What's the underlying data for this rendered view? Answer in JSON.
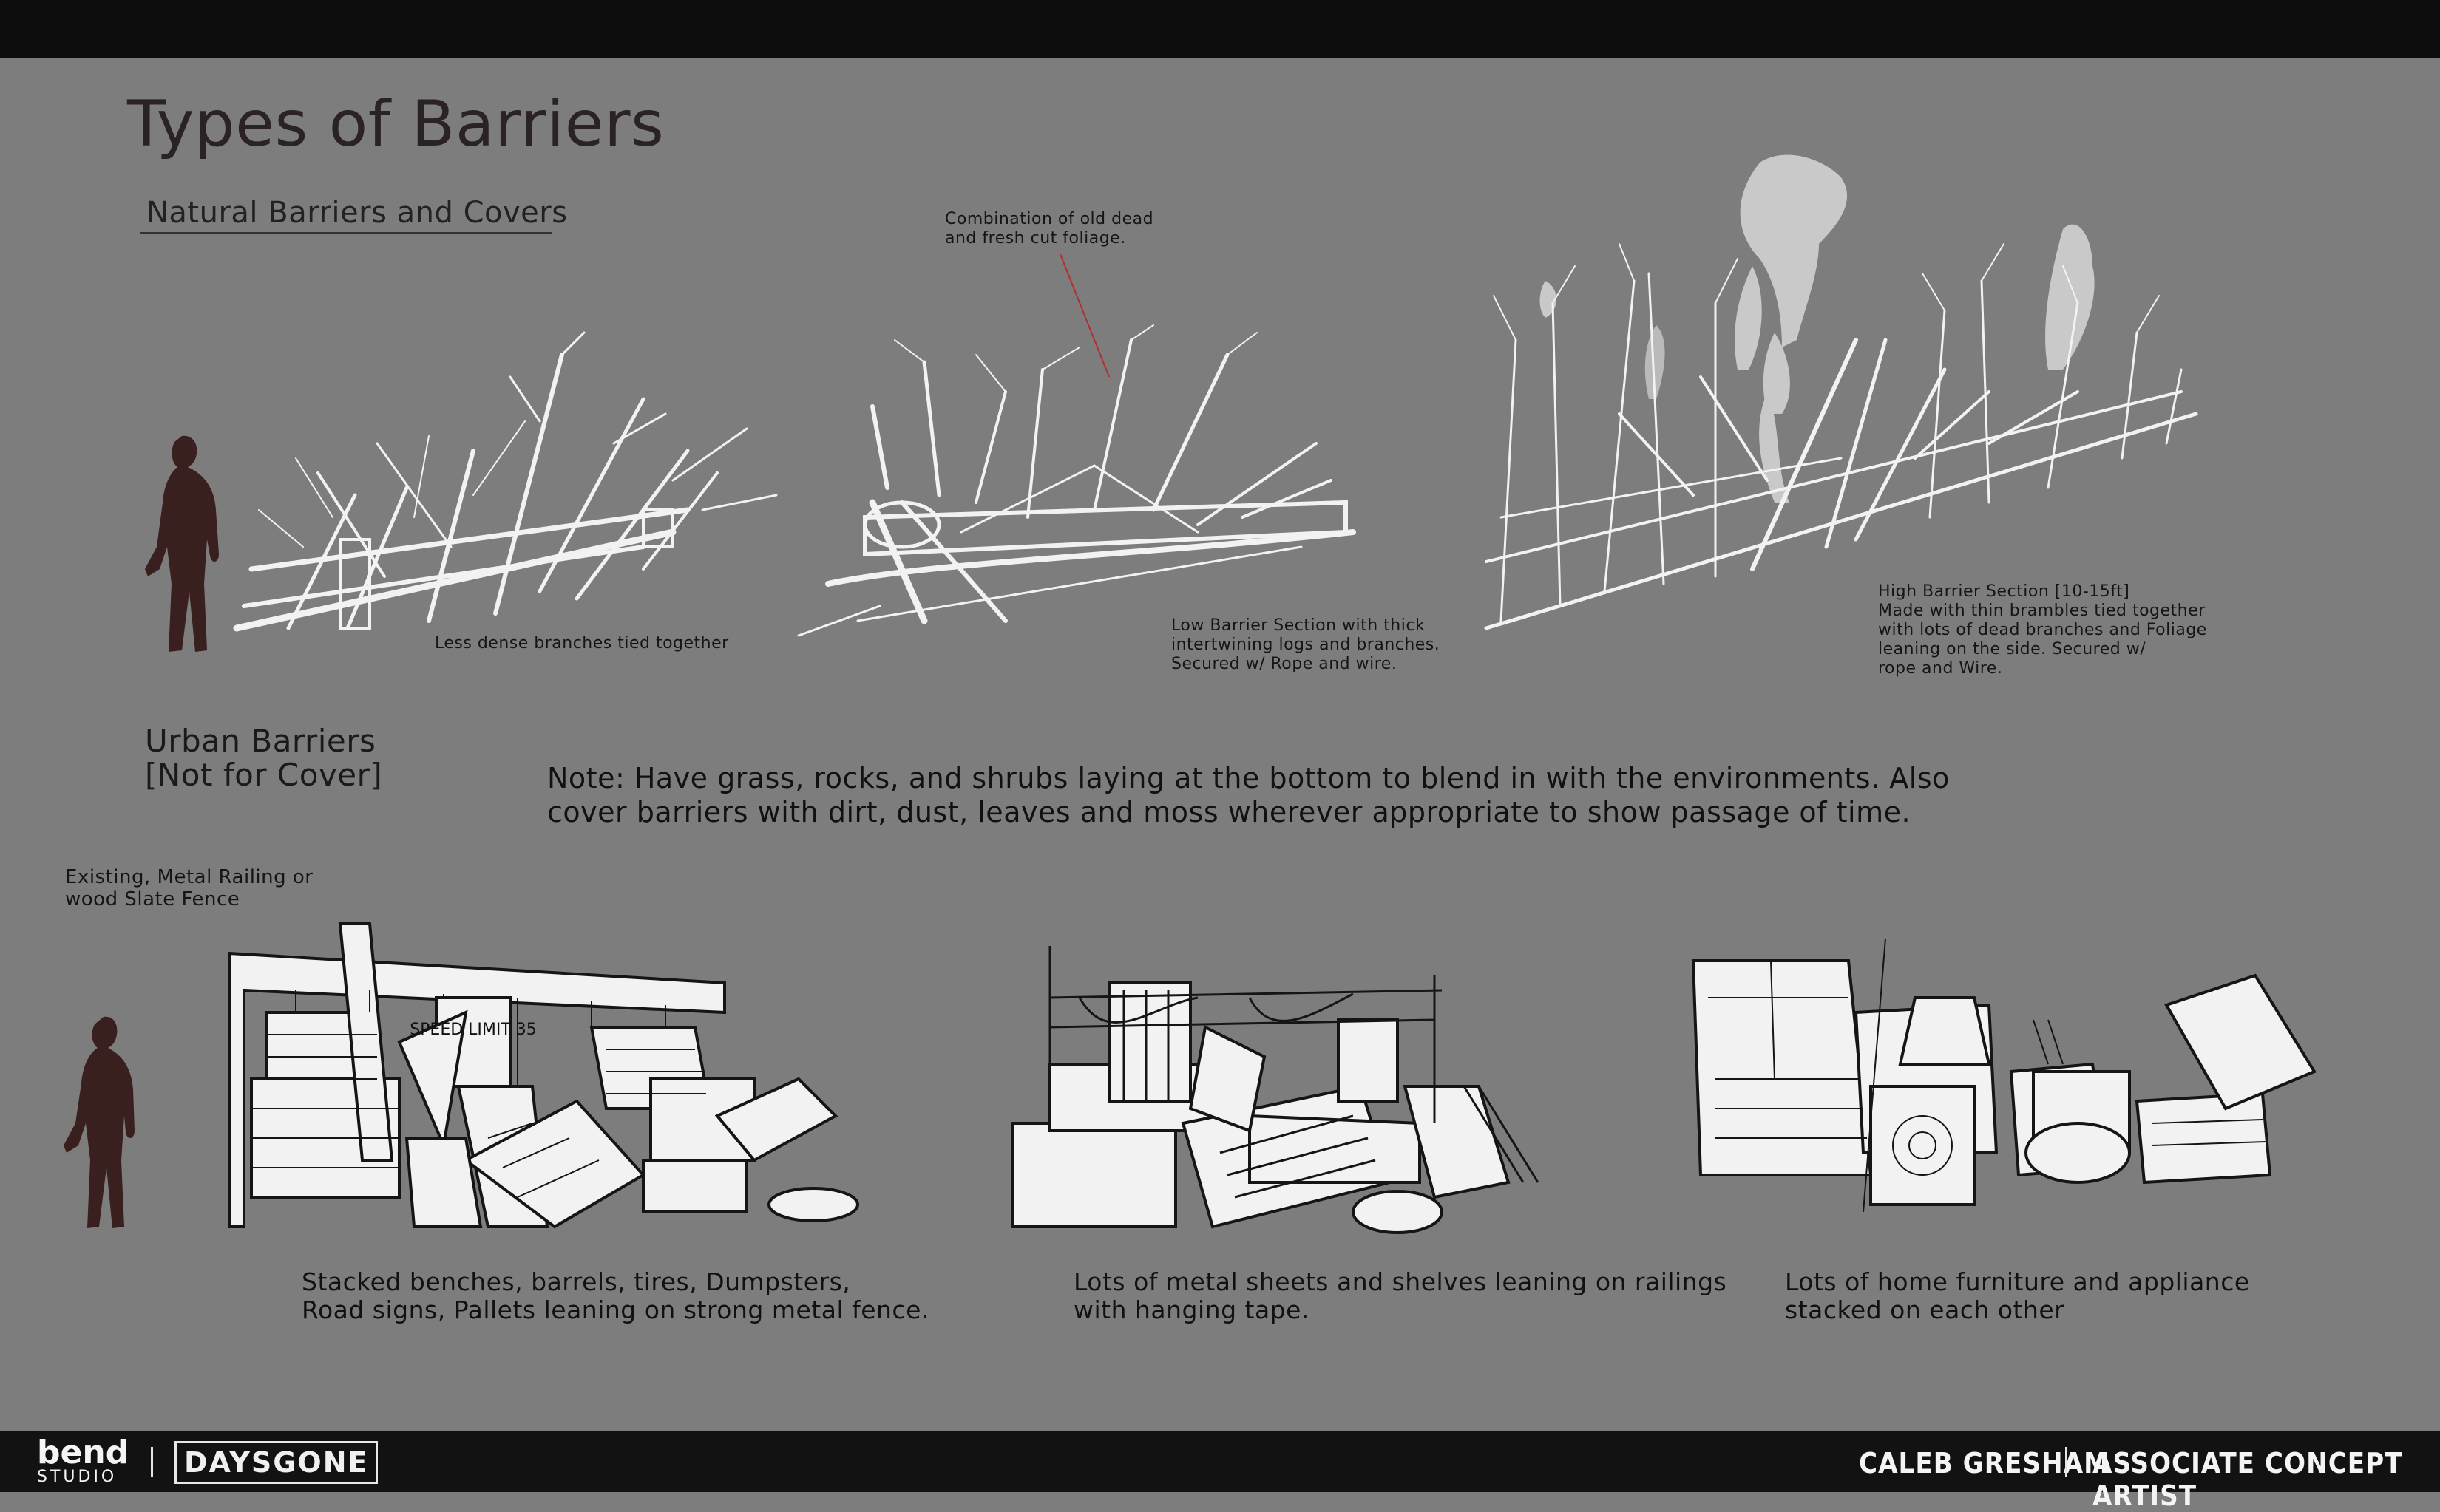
{
  "header": {
    "title": "Types of Barriers",
    "natural_heading": "Natural Barriers and Covers"
  },
  "natural": {
    "foliage_note": "Combination of old dead\nand fresh cut foliage.",
    "less_dense_caption": "Less dense branches tied together",
    "low_barrier_caption": "Low Barrier Section with thick\nintertwining logs and branches.\nSecured w/ Rope and wire.",
    "high_barrier_caption": "High Barrier Section [10-15ft]\nMade with thin brambles tied together\nwith lots of dead branches and Foliage\nleaning on the side.  Secured w/\nrope and Wire."
  },
  "urban": {
    "heading": "Urban Barriers\n[Not for Cover]",
    "main_note": "Note: Have grass, rocks, and shrubs laying at the bottom to blend in with the environments.  Also cover barriers with dirt, dust, leaves and moss wherever appropriate to show passage of time.",
    "existing_note": "Existing, Metal Railing or\nwood Slate Fence",
    "sign_text": "SPEED LIMIT 35",
    "captions": [
      "Stacked benches, barrels, tires, Dumpsters,\nRoad signs, Pallets leaning on strong metal fence.",
      "Lots of metal sheets and shelves leaning on railings\nwith hanging tape.",
      "Lots of home furniture and appliance\nstacked on each other"
    ]
  },
  "footer": {
    "studio_word": "bend",
    "studio_sub": "STUDIO",
    "game_logo": "DAYSGONE",
    "artist": "CALEB GRESHAM",
    "role": "ASSOCIATE CONCEPT ARTIST"
  },
  "colors": {
    "background": "#7d7d7d",
    "bars": "#0c0c0c",
    "silhouette": "#3a1f1f",
    "sketch": "#f2f2f2",
    "leader_line": "#b03030"
  }
}
